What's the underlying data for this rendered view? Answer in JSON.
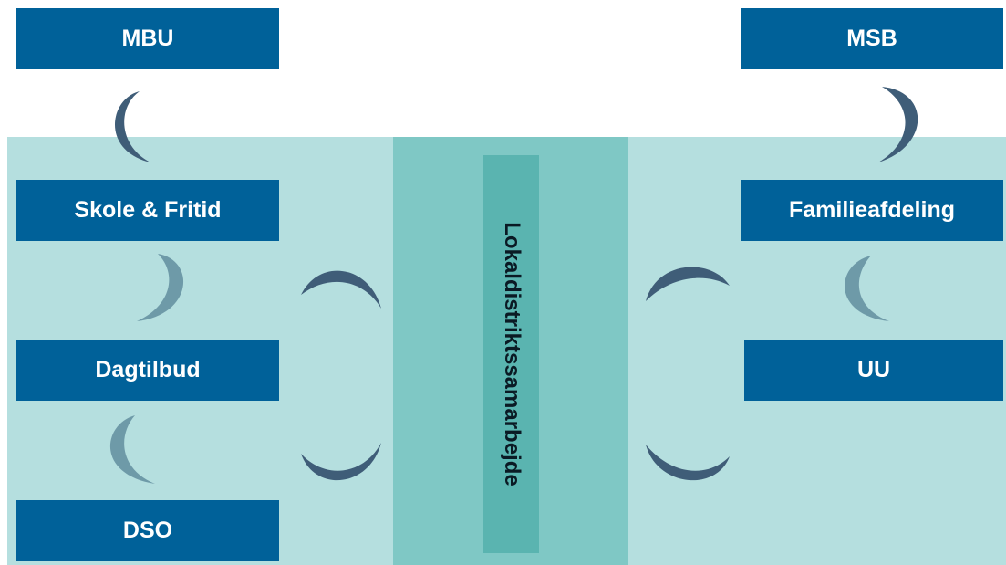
{
  "diagram": {
    "left_boxes": {
      "mbu": "MBU",
      "skole": "Skole & Fritid",
      "dagtilbud": "Dagtilbud",
      "dso": "DSO"
    },
    "right_boxes": {
      "msb": "MSB",
      "familie": "Familieafdeling",
      "uu": "UU"
    },
    "center_label": "Lokaldistriktssamarbejde"
  },
  "colors": {
    "box_fill": "#006199",
    "panel_light": "#b5dfdf",
    "panel_center": "#7fc8c5",
    "center_bar": "#5ab4b0",
    "arc_dark": "#3f5d78",
    "arc_light": "#6e9aa8"
  },
  "icons": [
    "crescent-arc-icon"
  ]
}
